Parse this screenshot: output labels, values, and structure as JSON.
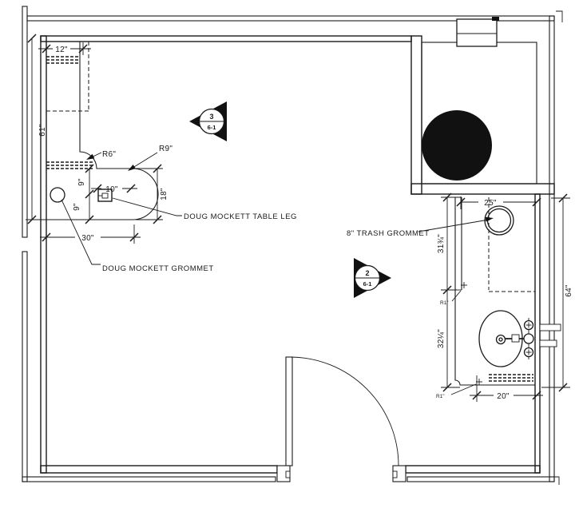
{
  "page": {
    "background": "#ffffff",
    "line_color": "#1a1a1a"
  },
  "labels": {
    "table_leg": "DOUG MOCKETT TABLE LEG",
    "grommet": "DOUG MOCKETT GROMMET",
    "trash_grommet": "8\" TRASH GROMMET"
  },
  "dimensions": {
    "upper_counter_width": "12\"",
    "left_wall": "61\"",
    "desk_fillet": "R6\"",
    "desk_bullnose": "R9\"",
    "leg_offset_top": "9\"",
    "leg_offset_bottom": "9\"",
    "leg_offset_side": "10\"",
    "bullnose_diameter": "18\"",
    "desk_depth": "30\"",
    "counter_depth": "25\"",
    "counter_run_upper": "31¾\"",
    "counter_run_lower": "32¼\"",
    "right_run": "64\"",
    "vanity_depth": "20\"",
    "corner_radius_upper": "R1\"",
    "corner_radius_lower": "R1\""
  },
  "section_markers": [
    {
      "number": "3",
      "sheet": "6-1"
    },
    {
      "number": "2",
      "sheet": "6-1"
    }
  ]
}
